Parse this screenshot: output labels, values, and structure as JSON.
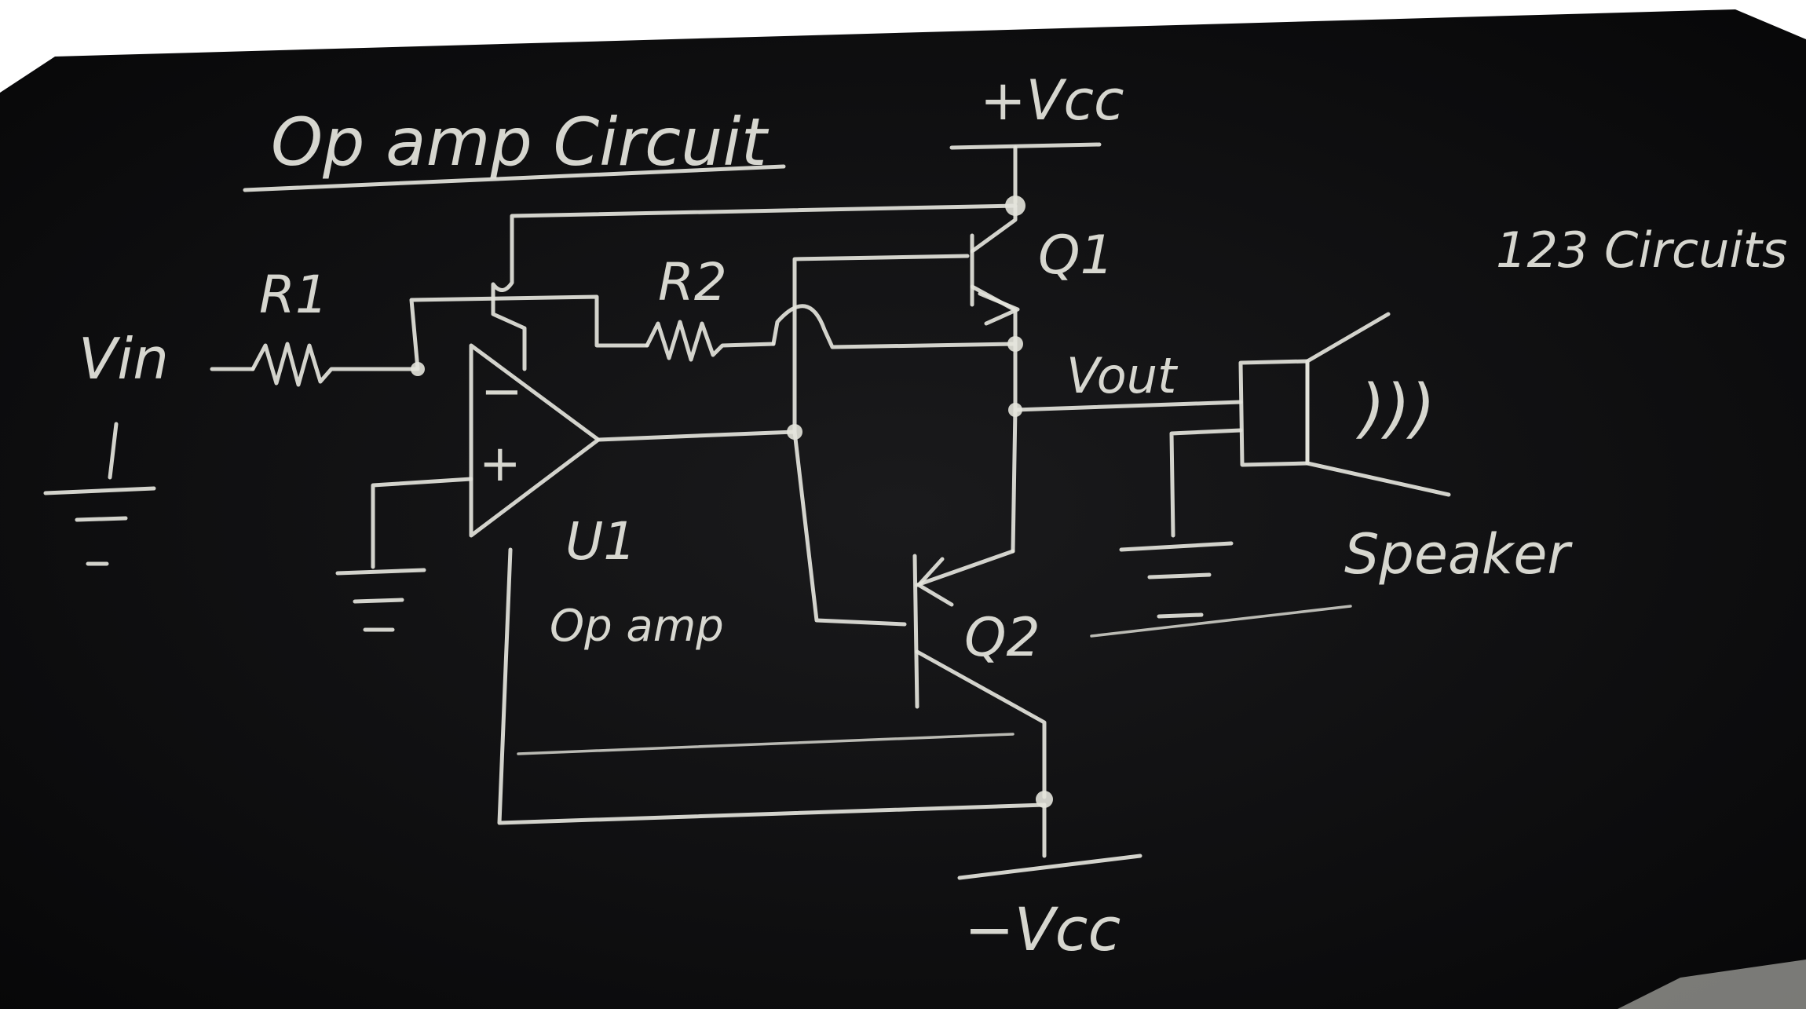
{
  "title": "Op amp Circuit",
  "watermark": "123 Circuits",
  "labels": {
    "vcc_pos": "+Vcc",
    "vcc_neg": "−Vcc",
    "vin": "Vin",
    "vout": "Vout",
    "r1": "R1",
    "r2": "R2",
    "q1": "Q1",
    "q2": "Q2",
    "u1": "U1",
    "u1_sub": "Op amp",
    "opamp_minus": "−",
    "opamp_plus": "+",
    "speaker": "Speaker",
    "sound": ")))"
  },
  "colors": {
    "board": "#0d0d0e",
    "chalk": "#e4e4dc"
  }
}
